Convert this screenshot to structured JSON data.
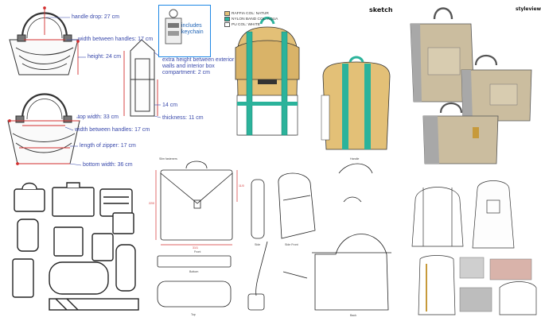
{
  "spec": {
    "handle_drop": "handle drop: 27 cm",
    "width_between_handles_1": "width between handles: 17 cm",
    "height": "height: 24 cm",
    "top_width": "top width: 33 cm",
    "width_between_handles_2": "width between handles: 17 cm",
    "length_of_zipper": "length of zipper: 17 cm",
    "bottom_width": "bottom width: 36 cm",
    "extra_height": "extra height between exterior walls and interior box compartment: 2 cm",
    "box_height": "14 cm",
    "thickness": "thickness: 11 cm"
  },
  "keychain": {
    "label": "includes keychain"
  },
  "legend": {
    "items": [
      {
        "label": "RAFFIA COL: NATUR",
        "color": "#e3c077"
      },
      {
        "label": "NYLON BAND COL: AQUA",
        "color": "#2bb39b"
      },
      {
        "label": "PU COL: WHITE",
        "color": "#ffffff"
      }
    ]
  },
  "headers": {
    "sketch": "sketch",
    "styleview": "styleview"
  },
  "tech": {
    "front": "Front",
    "bottom": "Bottom",
    "top": "Top",
    "side": "Side",
    "side_front": "Side Front",
    "back": "Back",
    "handle": "Handle",
    "dim_width": "31/1",
    "dim_height": "22/0",
    "dim_depth": "11/0",
    "slim_note": "Slim fasteners"
  },
  "colors": {
    "spec_text": "#3949ab",
    "dimension_line": "#d32f2f",
    "raffia": "#e3c077",
    "aqua": "#2bb39b",
    "tan": "#c9b99a",
    "grey": "#bdbdbd",
    "keychain_border": "#1e88e5"
  }
}
